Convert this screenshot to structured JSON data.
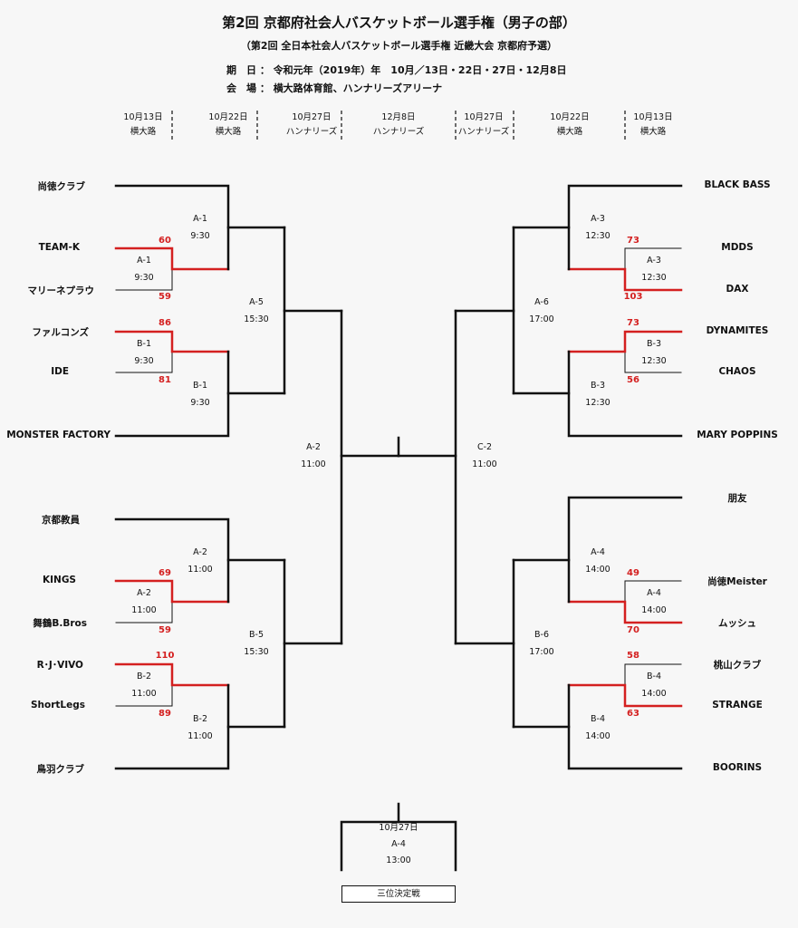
{
  "title": "第2回 京都府社会人バスケットボール選手権（男子の部）",
  "subtitle": "（第2回 全日本社会人バスケットボール選手権 近畿大会 京都府予選）",
  "period_label": "期　日 ：",
  "period_value": "令和元年（2019年）年　10月／13日・22日・27日・12月8日",
  "venue_label": "会　場 ：",
  "venue_value": "横大路体育館、ハンナリーズアリーナ",
  "schedule": [
    {
      "date": "10月13日",
      "venue": "横大路"
    },
    {
      "date": "10月22日",
      "venue": "横大路"
    },
    {
      "date": "10月27日",
      "venue": "ハンナリーズ"
    },
    {
      "date": "12月8日",
      "venue": "ハンナリーズ"
    },
    {
      "date": "10月27日",
      "venue": "ハンナリーズ"
    },
    {
      "date": "10月22日",
      "venue": "横大路"
    },
    {
      "date": "10月13日",
      "venue": "横大路"
    }
  ],
  "left_teams": [
    "尚徳クラブ",
    "TEAM-K",
    "マリーネプラウ",
    "ファルコンズ",
    "IDE",
    "MONSTER FACTORY",
    "京都教員",
    "KINGS",
    "舞鶴B.Bros",
    "R･J･VIVO",
    "ShortLegs",
    "鳥羽クラブ"
  ],
  "right_teams": [
    "BLACK BASS",
    "MDDS",
    "DAX",
    "DYNAMITES",
    "CHAOS",
    "MARY POPPINS",
    "朋友",
    "尚徳Meister",
    "ムッシュ",
    "桃山クラブ",
    "STRANGE",
    "BOORINS"
  ],
  "scores": {
    "teamk": "60",
    "marine": "59",
    "falcons": "86",
    "ide": "81",
    "kings": "69",
    "maizuru": "59",
    "rjvivo": "110",
    "shortlegs": "89",
    "mdds": "73",
    "dax": "103",
    "dynamites": "73",
    "chaos": "56",
    "shotoku_meister": "49",
    "mussh": "70",
    "momoyama": "58",
    "strange": "63"
  },
  "matches": {
    "l_a1_r1": {
      "code": "A-1",
      "time": "9:30"
    },
    "l_b1_r1": {
      "code": "B-1",
      "time": "9:30"
    },
    "l_a2_r1": {
      "code": "A-2",
      "time": "11:00"
    },
    "l_b2_r1": {
      "code": "B-2",
      "time": "11:00"
    },
    "l_a1_r2": {
      "code": "A-1",
      "time": "9:30"
    },
    "l_b1_r2": {
      "code": "B-1",
      "time": "9:30"
    },
    "l_a2_r2": {
      "code": "A-2",
      "time": "11:00"
    },
    "l_b2_r2": {
      "code": "B-2",
      "time": "11:00"
    },
    "l_a5": {
      "code": "A-5",
      "time": "15:30"
    },
    "l_b5": {
      "code": "B-5",
      "time": "15:30"
    },
    "l_semi": {
      "code": "A-2",
      "time": "11:00"
    },
    "r_a3_r1": {
      "code": "A-3",
      "time": "12:30"
    },
    "r_b3_r1": {
      "code": "B-3",
      "time": "12:30"
    },
    "r_a4_r1": {
      "code": "A-4",
      "time": "14:00"
    },
    "r_b4_r1": {
      "code": "B-4",
      "time": "14:00"
    },
    "r_a3_r2": {
      "code": "A-3",
      "time": "12:30"
    },
    "r_b3_r2": {
      "code": "B-3",
      "time": "12:30"
    },
    "r_a4_r2": {
      "code": "A-4",
      "time": "14:00"
    },
    "r_b4_r2": {
      "code": "B-4",
      "time": "14:00"
    },
    "r_a6": {
      "code": "A-6",
      "time": "17:00"
    },
    "r_b6": {
      "code": "B-6",
      "time": "17:00"
    },
    "r_semi": {
      "code": "C-2",
      "time": "11:00"
    }
  },
  "third_place": {
    "date": "10月27日",
    "code": "A-4",
    "time": "13:00",
    "label": "三位決定戦"
  },
  "colors": {
    "line": "#111111",
    "winner": "#d42020",
    "background": "#f7f7f7"
  }
}
